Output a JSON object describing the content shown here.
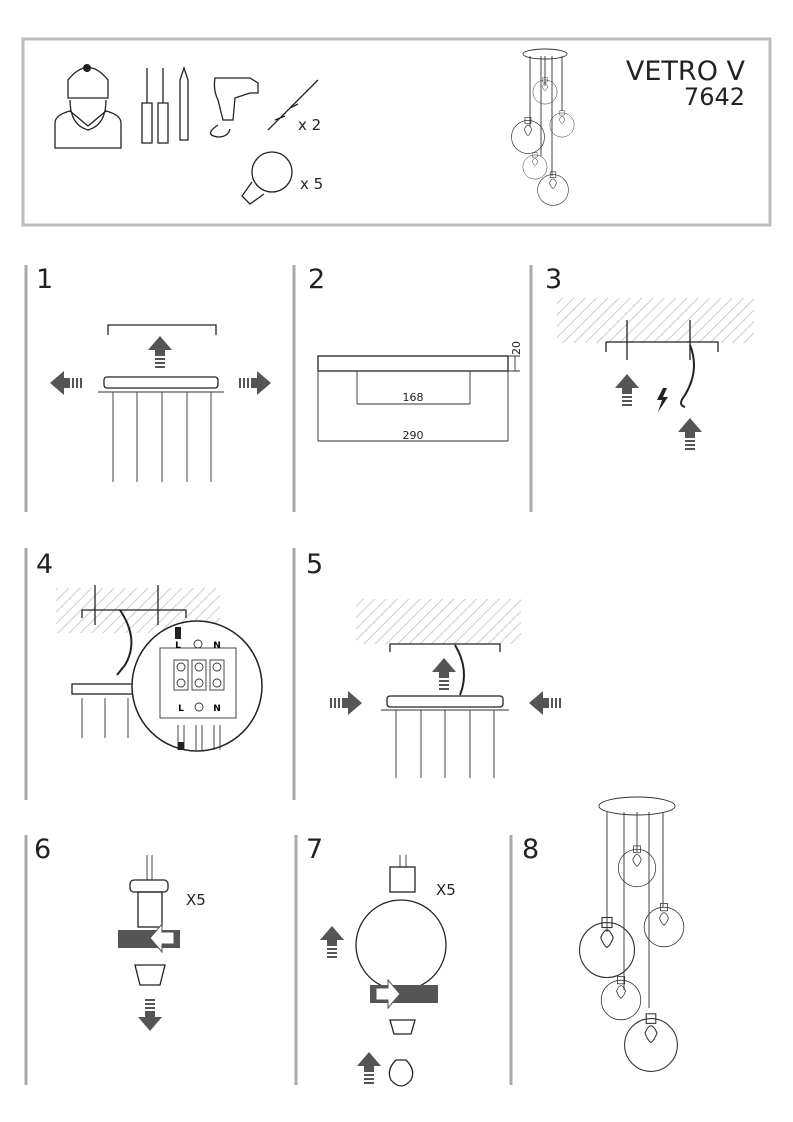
{
  "header": {
    "product_name": "VETRO V",
    "product_code": "7642",
    "anchor_qty": "x 2",
    "bulb_qty": "x 5",
    "icons": [
      "installer-icon",
      "screwdriver-icon",
      "pencil-icon",
      "drill-icon",
      "wall-anchor-icon",
      "light-bulb-icon",
      "chandelier-icon"
    ]
  },
  "steps": [
    {
      "number": "1"
    },
    {
      "number": "2",
      "dim_height": "20",
      "dim_holes": "168",
      "dim_length": "290"
    },
    {
      "number": "3"
    },
    {
      "number": "4",
      "terminal_labels": {
        "live": "L",
        "neutral": "N"
      }
    },
    {
      "number": "5"
    },
    {
      "number": "6",
      "qty": "X5"
    },
    {
      "number": "7",
      "qty": "X5"
    },
    {
      "number": "8"
    }
  ],
  "colors": {
    "line": "#222222",
    "arrow": "#555555",
    "frame": "#aaaaaa"
  }
}
